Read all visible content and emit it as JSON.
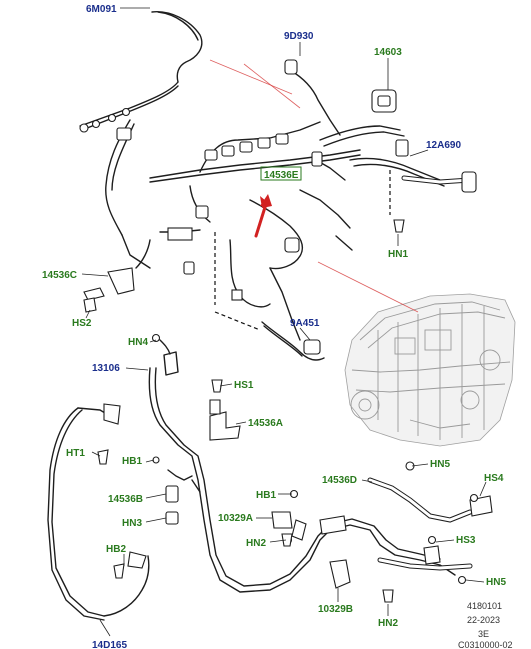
{
  "labels": {
    "l_6m091": "6M091",
    "l_9d930": "9D930",
    "l_14603": "14603",
    "l_12a690": "12A690",
    "l_14536e": "14536E",
    "l_hn1": "HN1",
    "l_14536c": "14536C",
    "l_hs2": "HS2",
    "l_9a451": "9A451",
    "l_hn4": "HN4",
    "l_13106": "13106",
    "l_hs1": "HS1",
    "l_14536a": "14536A",
    "l_ht1": "HT1",
    "l_hb1a": "HB1",
    "l_14536b": "14536B",
    "l_hn3": "HN3",
    "l_hb2": "HB2",
    "l_14d165": "14D165",
    "l_14536d": "14536D",
    "l_hn5a": "HN5",
    "l_hs4": "HS4",
    "l_hb1b": "HB1",
    "l_10329a": "10329A",
    "l_hn2a": "HN2",
    "l_hs3": "HS3",
    "l_hn5b": "HN5",
    "l_10329b": "10329B",
    "l_hn2b": "HN2"
  },
  "footer": {
    "ref": "4180101",
    "date": "22-2023",
    "rev": "3E",
    "code": "C0310000-02"
  },
  "colors": {
    "part_number_blue": "#1a2e8c",
    "fastener_green": "#2a7a1e",
    "arrow_red": "#d22222"
  }
}
